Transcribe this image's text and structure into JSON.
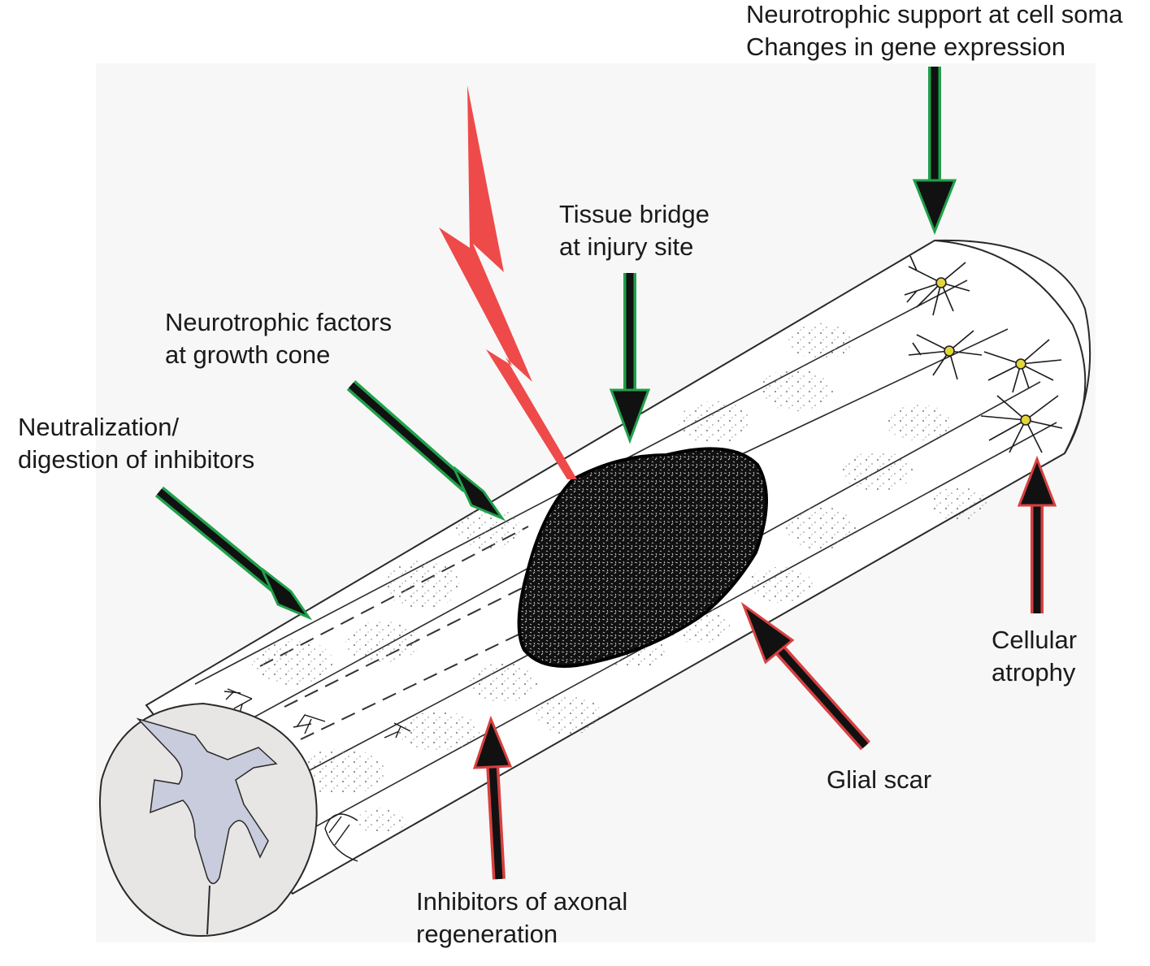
{
  "labels": {
    "soma_line1": "Neurotrophic support at cell soma",
    "soma_line2": "Changes in gene expression",
    "bridge_line1": "Tissue bridge",
    "bridge_line2": "at injury site",
    "growth_line1": "Neurotrophic factors",
    "growth_line2": "at growth cone",
    "neutral_line1": "Neutralization/",
    "neutral_line2": "digestion of inhibitors",
    "atrophy_line1": "Cellular",
    "atrophy_line2": "atrophy",
    "scar": "Glial scar",
    "inhib_line1": "Inhibitors of axonal",
    "inhib_line2": "regeneration"
  },
  "colors": {
    "promote_arrow_edge": "#1fa04a",
    "inhibit_arrow_edge": "#d84040",
    "injury_bolt": "#ee4a4a",
    "gray_matter": "#c9ccdc",
    "white_matter": "#e8e6e4",
    "background_panel": "#f7f7f7"
  }
}
